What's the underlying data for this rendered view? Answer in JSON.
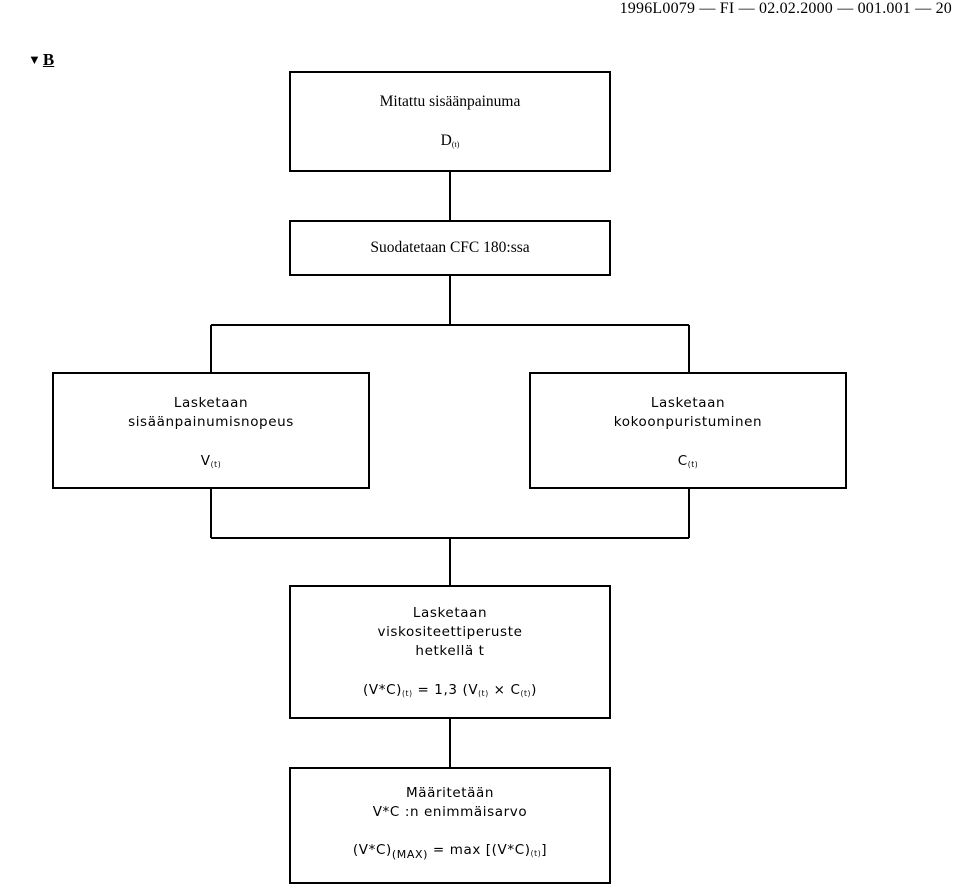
{
  "header": {
    "text": "1996L0079 — FI — 02.02.2000 — 001.001 — 20"
  },
  "marker": {
    "symbol": "▼",
    "letter": "B"
  },
  "colors": {
    "ink": "#000000",
    "paper": "#ffffff"
  },
  "flowchart": {
    "measured": {
      "title": "Mitattu sisäänpainuma",
      "symbol": "D",
      "subscript": "(t)"
    },
    "filter": {
      "title": "Suodatetaan CFC 180:ssa"
    },
    "velocity": {
      "line1": "Lasketaan",
      "line2": "sisäänpainumisnopeus",
      "symbol": "V",
      "subscript": "(t)"
    },
    "compression": {
      "line1": "Lasketaan",
      "line2": "kokoonpuristuminen",
      "symbol": "C",
      "subscript": "(t)"
    },
    "viscous": {
      "line1": "Lasketaan",
      "line2": "viskositeettiperuste",
      "line3": "hetkellä t",
      "formula": {
        "lhs": "(V*C)",
        "lhs_sub": "(t)",
        "mid": " = 1,3 (V",
        "v_sub": "(t)",
        "times": " × C",
        "c_sub": "(t)",
        "end": ")"
      }
    },
    "maximum": {
      "line1": "Määritetään",
      "line2": "V*C :n enimmäisarvo",
      "formula": {
        "lhs": "(V*C)",
        "lhs_sub": "(MAX)",
        "mid": " = max [(V*C)",
        "rhs_sub": "(t)",
        "end": "]"
      }
    }
  }
}
